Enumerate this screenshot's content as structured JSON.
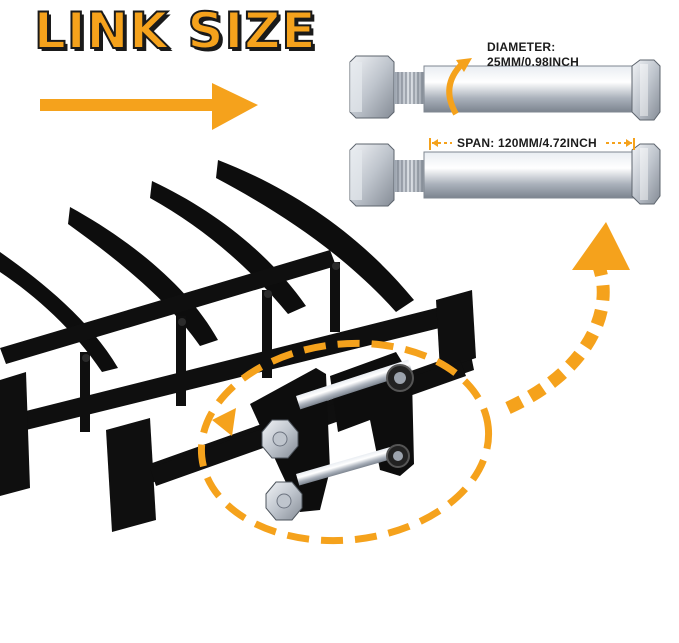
{
  "title": "LINK SIZE",
  "diameter": {
    "label": "DIAMETER:",
    "value": "25MM/0.98INCH"
  },
  "span": {
    "text": "SPAN: 120MM/4.72INCH"
  },
  "colors": {
    "accent": "#f5a21c",
    "frame": "#111111",
    "steel": "#c9ced6"
  }
}
